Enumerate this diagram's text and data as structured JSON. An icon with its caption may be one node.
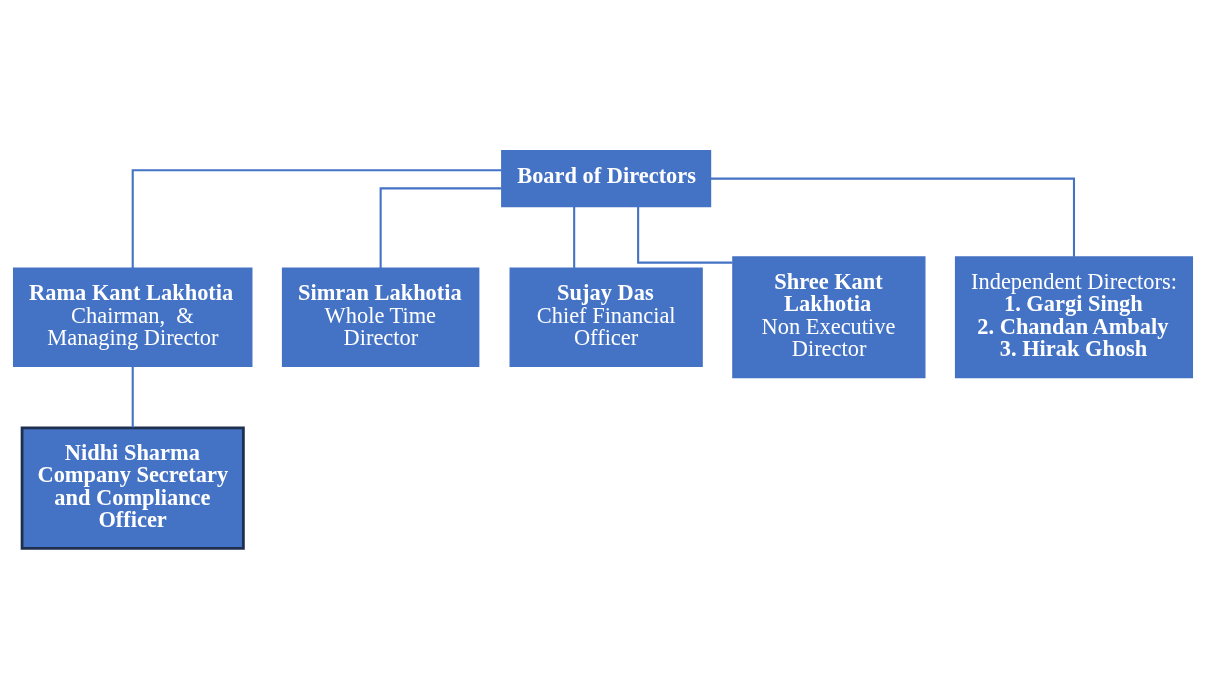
{
  "diagram": {
    "nodes": [
      {
        "text": [
          "Board of Directors"
        ]
      },
      {
        "text": [
          "Rama Kant Lakhotia",
          "Chairman,  & Managing Director"
        ]
      },
      {
        "text": [
          "Simran Lakhotia",
          "Whole Time Director"
        ]
      },
      {
        "text": [
          "Sujay Das",
          "Chief Financial Officer"
        ]
      },
      {
        "text": [
          "Shree Kant Lakhotia",
          "Non Executive Director"
        ]
      },
      {
        "text": [
          "Independent Directors:",
          "1. Gargi Singh",
          "2. Chandan Ambaly",
          "3. Hirak Ghosh"
        ]
      },
      {
        "text": [
          "Nidhi Sharma",
          "Company Secretary and Compliance Officer"
        ]
      }
    ],
    "edges": [
      {
        "from": 0,
        "to": 1,
        "arrow": "none"
      },
      {
        "from": 0,
        "to": 2,
        "arrow": "none"
      },
      {
        "from": 0,
        "to": 3,
        "arrow": "none"
      },
      {
        "from": 0,
        "to": 4,
        "arrow": "none"
      },
      {
        "from": 0,
        "to": 5,
        "arrow": "none"
      },
      {
        "from": 1,
        "to": 6,
        "arrow": "none"
      }
    ]
  }
}
